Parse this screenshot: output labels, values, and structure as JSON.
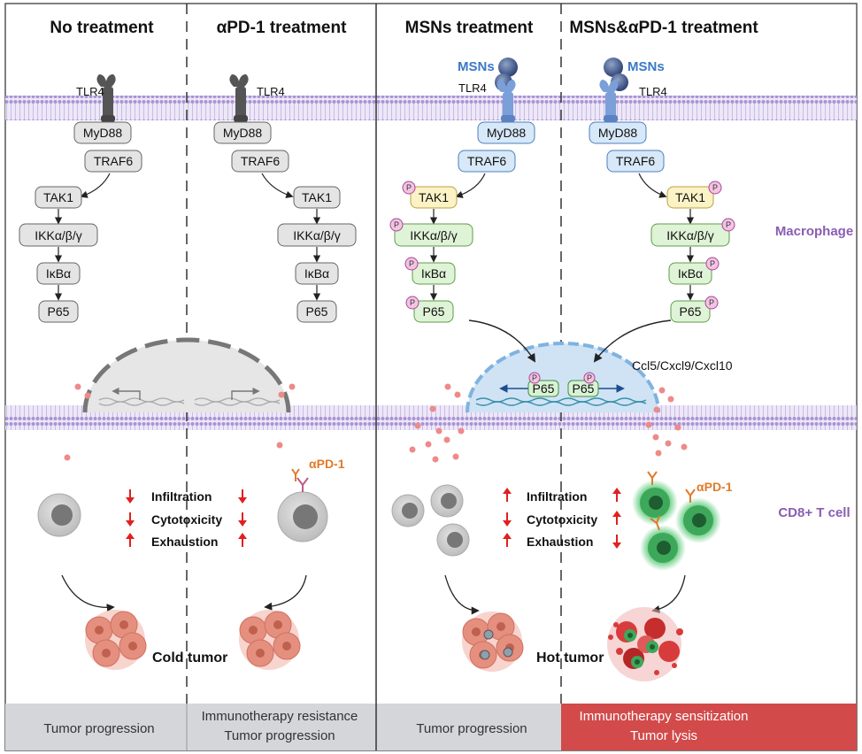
{
  "panels": [
    {
      "title": "No treatment"
    },
    {
      "title": "αPD-1 treatment"
    },
    {
      "title": "MSNs treatment"
    },
    {
      "title": "MSNs&αPD-1 treatment"
    }
  ],
  "receptor": "TLR4",
  "msns": "MSNs",
  "pathway": {
    "myd88": "MyD88",
    "traf6": "TRAF6",
    "tak1": "TAK1",
    "ikk": "IKKα/β/γ",
    "ikb": "IκBα",
    "p65": "P65",
    "phospho": "P"
  },
  "genes": "Ccl5/Cxcl9/Cxcl10",
  "side_labels": {
    "macrophage": "Macrophage",
    "cd8": "CD8+ T cell"
  },
  "apd1": "αPD-1",
  "effects": {
    "labels": [
      "Infiltration",
      "Cytotoxicity",
      "Exhaustion"
    ],
    "left_pair": {
      "left": [
        "down",
        "down",
        "up"
      ],
      "right": [
        "down",
        "down",
        "up"
      ]
    },
    "right_pair": {
      "left": [
        "up",
        "down",
        "up"
      ],
      "right": [
        "up",
        "up",
        "down"
      ]
    }
  },
  "tumors": {
    "cold": "Cold tumor",
    "hot": "Hot tumor"
  },
  "footer": [
    {
      "lines": [
        "Tumor progression"
      ],
      "bg": "#d4d6d9"
    },
    {
      "lines": [
        "Immunotherapy resistance",
        "Tumor progression"
      ],
      "bg": "#d4d6d9"
    },
    {
      "lines": [
        "Tumor progression"
      ],
      "bg": "#d4d6d9"
    },
    {
      "lines": [
        "Immunotherapy sensitization",
        "Tumor lysis"
      ],
      "bg": "#d24a4a"
    }
  ],
  "colors": {
    "membrane": "#b9a8dc",
    "purple_label": "#8a5db3",
    "msn_blue": "#3a78c9",
    "arrow_red": "#e02020",
    "phospho_pink": "#f3c4e2",
    "nucleus_blue": "#cfe3f5"
  }
}
